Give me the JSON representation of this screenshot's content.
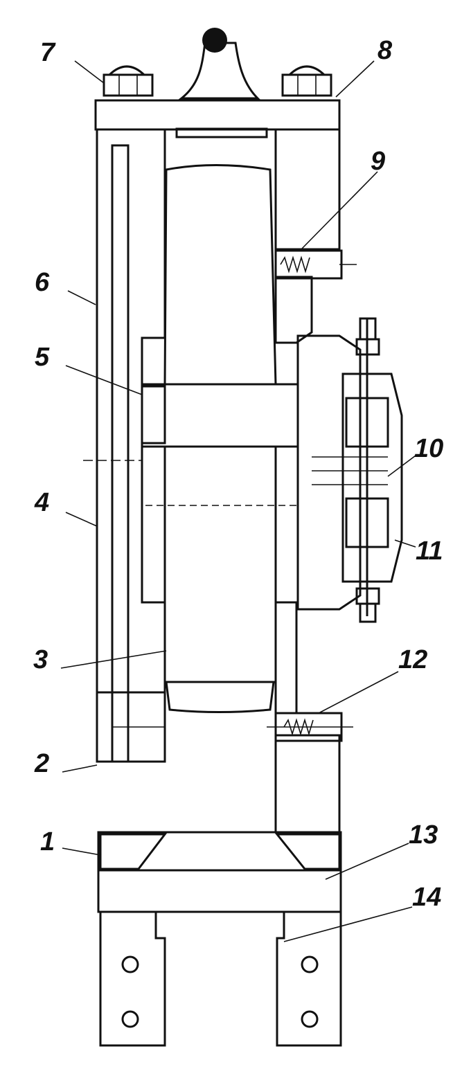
{
  "figure": {
    "callouts": [
      {
        "id": 1,
        "label": "1"
      },
      {
        "id": 2,
        "label": "2"
      },
      {
        "id": 3,
        "label": "3"
      },
      {
        "id": 4,
        "label": "4"
      },
      {
        "id": 5,
        "label": "5"
      },
      {
        "id": 6,
        "label": "6"
      },
      {
        "id": 7,
        "label": "7"
      },
      {
        "id": 8,
        "label": "8"
      },
      {
        "id": 9,
        "label": "9"
      },
      {
        "id": 10,
        "label": "10"
      },
      {
        "id": 11,
        "label": "11"
      },
      {
        "id": 12,
        "label": "12"
      },
      {
        "id": 13,
        "label": "13"
      },
      {
        "id": 14,
        "label": "14"
      }
    ]
  }
}
